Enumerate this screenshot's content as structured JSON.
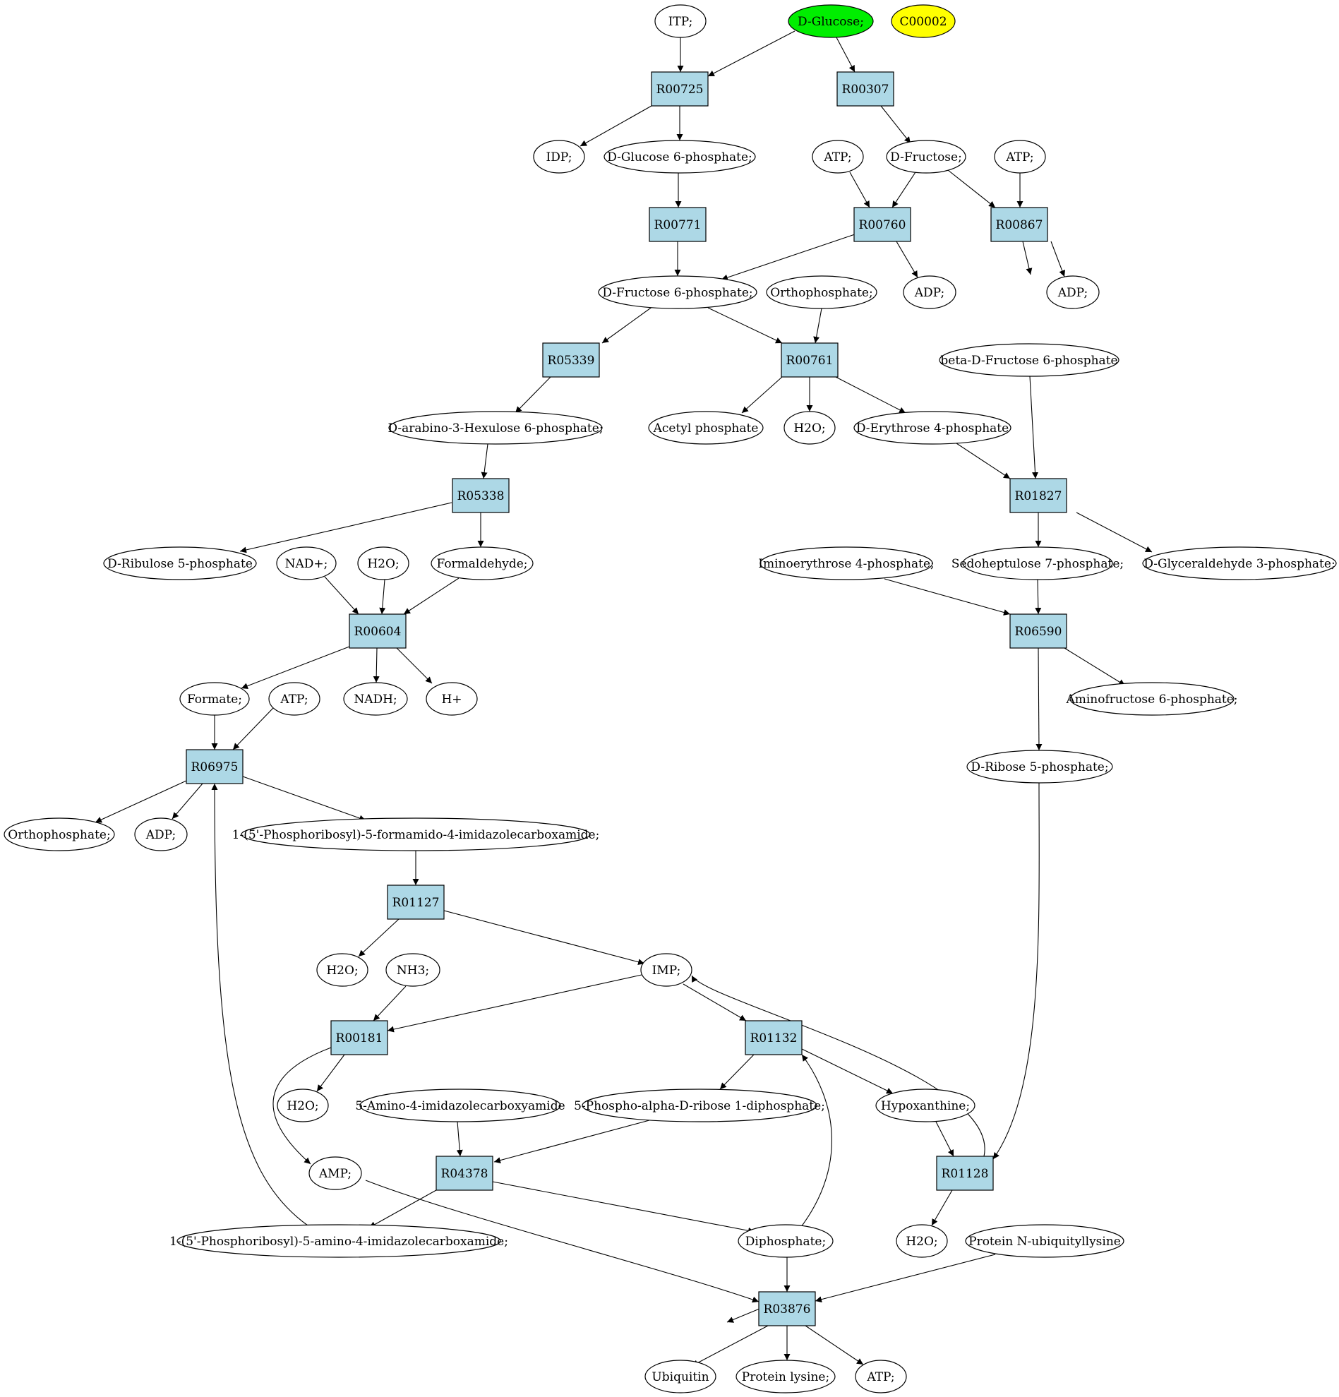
{
  "colors": {
    "reaction_fill": "#add8e6",
    "compound_fill": "#ffffff",
    "start_fill": "#00ee00",
    "highlight_fill": "#ffff00",
    "stroke": "#000000"
  },
  "compounds": {
    "c_itp": "ITP;",
    "c_glucose": "D-Glucose;",
    "c_c00002": "C00002",
    "c_idp": "IDP;",
    "c_g6p": "D-Glucose 6-phosphate;",
    "c_atp1": "ATP;",
    "c_fructose": "D-Fructose;",
    "c_atp2": "ATP;",
    "c_f6p": "D-Fructose 6-phosphate;",
    "c_orthophosphate1": "Orthophosphate;",
    "c_adp1": "ADP;",
    "c_adp2": "ADP;",
    "c_bf6p": "beta-D-Fructose 6-phosphate",
    "c_hexulose": "D-arabino-3-Hexulose 6-phosphate;",
    "c_acetylp": "Acetyl phosphate",
    "c_h2o1": "H2O;",
    "c_e4p": "D-Erythrose 4-phosphate",
    "c_ru5p": "D-Ribulose 5-phosphate",
    "c_nad": "NAD+;",
    "c_h2o2": "H2O;",
    "c_formaldehyde": "Formaldehyde;",
    "c_iminoe4p": "Iminoerythrose 4-phosphate;",
    "c_s7p": "Sedoheptulose 7-phosphate;",
    "c_g3p": "D-Glyceraldehyde 3-phosphate;",
    "c_formate": "Formate;",
    "c_atp3": "ATP;",
    "c_nadh": "NADH;",
    "c_hplus": "H+",
    "c_aminof6p": "Aminofructose 6-phosphate;",
    "c_r5p": "D-Ribose 5-phosphate;",
    "c_orthophosphate2": "Orthophosphate;",
    "c_adp3": "ADP;",
    "c_faicar": "1-(5'-Phosphoribosyl)-5-formamido-4-imidazolecarboxamide;",
    "c_h2o3": "H2O;",
    "c_nh3": "NH3;",
    "c_imp": "IMP;",
    "c_h2o4": "H2O;",
    "c_aica": "5-Amino-4-imidazolecarboxyamide",
    "c_prpp": "5-Phospho-alpha-D-ribose 1-diphosphate;",
    "c_hypoxanthine": "Hypoxanthine;",
    "c_amp": "AMP;",
    "c_aicar": "1-(5'-Phosphoribosyl)-5-amino-4-imidazolecarboxamide;",
    "c_diphosphate": "Diphosphate;",
    "c_h2o5": "H2O;",
    "c_nubiq": "Protein N-ubiquityllysine",
    "c_ubiquitin": "Ubiquitin",
    "c_lysine": "Protein lysine;",
    "c_atp4": "ATP;"
  },
  "reactions": {
    "r00725": "R00725",
    "r00307": "R00307",
    "r00771": "R00771",
    "r00760": "R00760",
    "r00867": "R00867",
    "r05339": "R05339",
    "r00761": "R00761",
    "r05338": "R05338",
    "r01827": "R01827",
    "r00604": "R00604",
    "r06590": "R06590",
    "r06975": "R06975",
    "r01127": "R01127",
    "r00181": "R00181",
    "r01132": "R01132",
    "r04378": "R04378",
    "r01128": "R01128",
    "r03876": "R03876"
  }
}
